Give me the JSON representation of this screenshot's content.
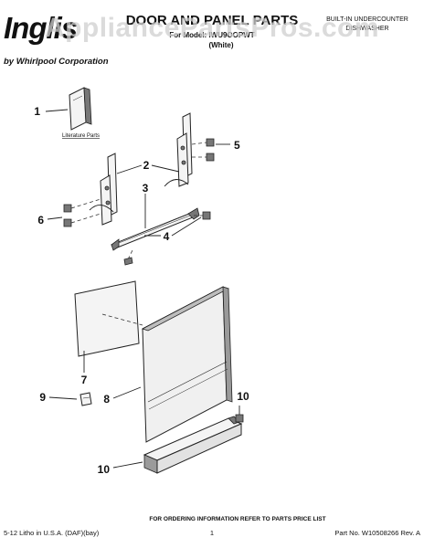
{
  "brand": {
    "logo_text": "Inglis",
    "tagline": "by Whirlpool Corporation"
  },
  "watermark": "AppliancePartsPros.com",
  "title": {
    "main": "DOOR AND PANEL PARTS",
    "model_line": "For Model: IWU9OOPWT",
    "color_line": "(White)",
    "product_line_1": "BUILT-IN UNDERCOUNTER",
    "product_line_2": "DISHWASHER"
  },
  "literature_label": "Literature Parts",
  "callouts": [
    "1",
    "2",
    "3",
    "4",
    "5",
    "6",
    "7",
    "8",
    "9",
    "10",
    "10"
  ],
  "footer": {
    "ordering_note": "FOR ORDERING INFORMATION REFER TO PARTS PRICE LIST",
    "litho": "5-12 Litho in U.S.A. (DAF)(bay)",
    "page": "1",
    "part_no": "Part No. W10508266 Rev. A"
  }
}
